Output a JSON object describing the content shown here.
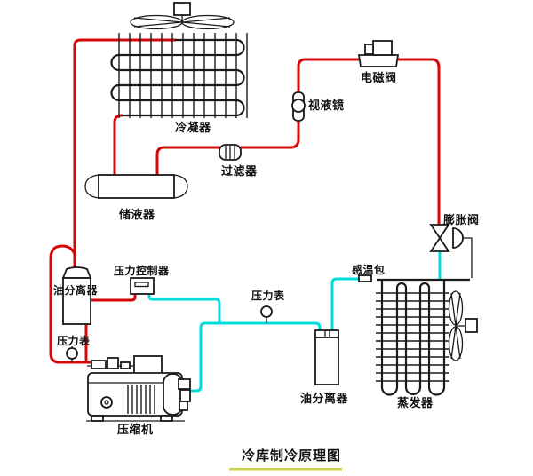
{
  "title": {
    "text": "冷库制冷原理图"
  },
  "colors": {
    "hot_gas_line": "#d40808",
    "suction_line": "#00dcdc",
    "drawing_line": "#1a1a1a",
    "title_underline": "#cbcf4a",
    "background": "#ffffff"
  },
  "labels": {
    "condenser": "冷凝器",
    "filter": "过滤器",
    "sight_glass": "视液镜",
    "solenoid_valve": "电磁阀",
    "expansion_valve": "膨胀阀",
    "receiver": "储液器",
    "oil_separator_left": "油分离器",
    "pressure_controller": "压力控制器",
    "pressure_gauge_left": "压力表",
    "pressure_gauge_mid": "压力表",
    "sensing_bulb": "感温包",
    "oil_separator_right": "油分离器",
    "evaporator": "蒸发器",
    "compressor": "压缩机"
  }
}
